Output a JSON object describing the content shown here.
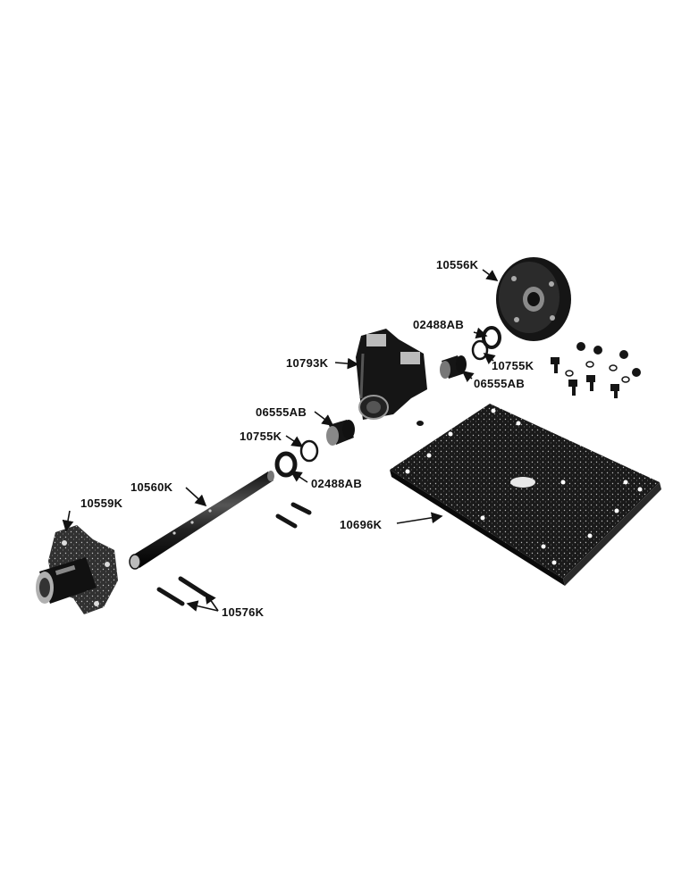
{
  "labels": {
    "plate_cover": "10556K",
    "washer_top": "02488AB",
    "ring_top": "10755K",
    "bushing_top": "06555AB",
    "bracket": "10793K",
    "bushing_left": "06555AB",
    "ring_left": "10755K",
    "washer_left": "02488AB",
    "shaft": "10560K",
    "hub": "10559K",
    "base_plate": "10696K",
    "pins": "10576K"
  },
  "colors": {
    "ink": "#151515",
    "paper": "#ffffff"
  }
}
